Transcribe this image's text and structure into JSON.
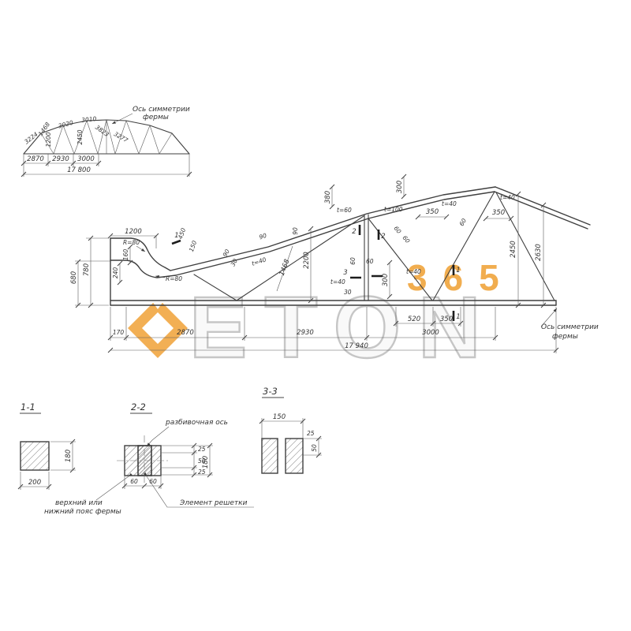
{
  "watermark": {
    "brand": "ETON",
    "badge": "365",
    "orange": "#f0a43c",
    "gray": "#c6c6c6"
  },
  "overview": {
    "axis1": "Ось симметрии",
    "axis2": "фермы",
    "d3224": "3224",
    "d1468": "1468",
    "d3020": "3020",
    "d3010": "3010",
    "d1200": "1200",
    "d2450": "2450",
    "d3823": "3823",
    "d3277": "3277",
    "b2870": "2870",
    "b2930": "2930",
    "b3000": "3000",
    "total": "17 800"
  },
  "main": {
    "axis1": "Ось симметрии",
    "axis2": "фермы",
    "d1200": "1200",
    "d680": "680",
    "d780": "780",
    "d240": "240",
    "d160": "160",
    "r80a": "R=80",
    "r80b": "R=80",
    "d450": "450",
    "d150": "150",
    "d90a": "90",
    "d30a": "30",
    "d90b": "90",
    "d90c": "90",
    "t40a": "t=40",
    "d1468": "1468",
    "d2200": "2200",
    "d380": "380",
    "d300a": "300",
    "t60": "t=60",
    "t100": "t=100",
    "d60a": "60",
    "d60b": "60",
    "t40b": "t=40",
    "d30b": "30",
    "d300b": "300",
    "t40c": "t=40",
    "d60c": "60",
    "d60d": "60",
    "d350a": "350",
    "t40d": "t=40",
    "t40e": "t=40",
    "d60e": "60",
    "d350b": "350",
    "d2450": "2450",
    "d2630": "2630",
    "d520": "520",
    "d350c": "350",
    "b170": "170",
    "b2870": "2870",
    "b2930": "2930",
    "b3000": "3000",
    "total": "17 940",
    "m1": "1",
    "m2": "2",
    "m3": "3"
  },
  "sections": {
    "s11": {
      "title": "1-1",
      "w": "200",
      "h": "180"
    },
    "s22": {
      "title": "2-2",
      "axis": "разбивочная ось",
      "d25a": "25",
      "d50": "50",
      "d25b": "25",
      "d180": "180",
      "d60a": "60",
      "d60b": "60",
      "chord1": "верхний или",
      "chord2": "нижний пояс фермы",
      "lattice": "Элемент решетки"
    },
    "s33": {
      "title": "3-3",
      "d150": "150",
      "d25": "25",
      "d50": "50"
    }
  }
}
